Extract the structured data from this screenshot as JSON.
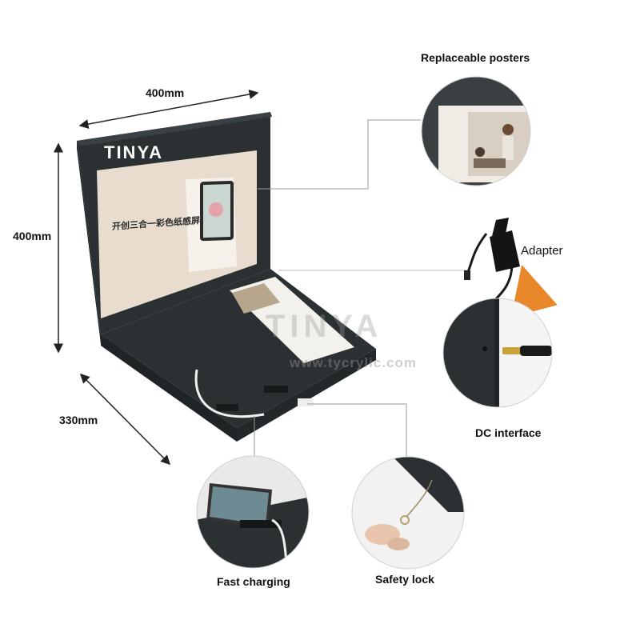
{
  "brand": "TINYA",
  "dimensions": {
    "width": "400mm",
    "height": "400mm",
    "depth": "330mm"
  },
  "callouts": {
    "replaceable_posters": "Replaceable posters",
    "adapter": "Adapter",
    "dc_interface": "DC interface",
    "fast_charging": "Fast charging",
    "safety_lock": "Safety lock"
  },
  "poster": {
    "headline": "开创三合一彩色纸感屏"
  },
  "watermark": {
    "text": "TINYA",
    "url": "www.tycrylic.com"
  },
  "colors": {
    "stand": "#2b3133",
    "stand_dark": "#1f2426",
    "poster_bg": "#e7dccd",
    "accent_arrow": "#e8862a"
  }
}
